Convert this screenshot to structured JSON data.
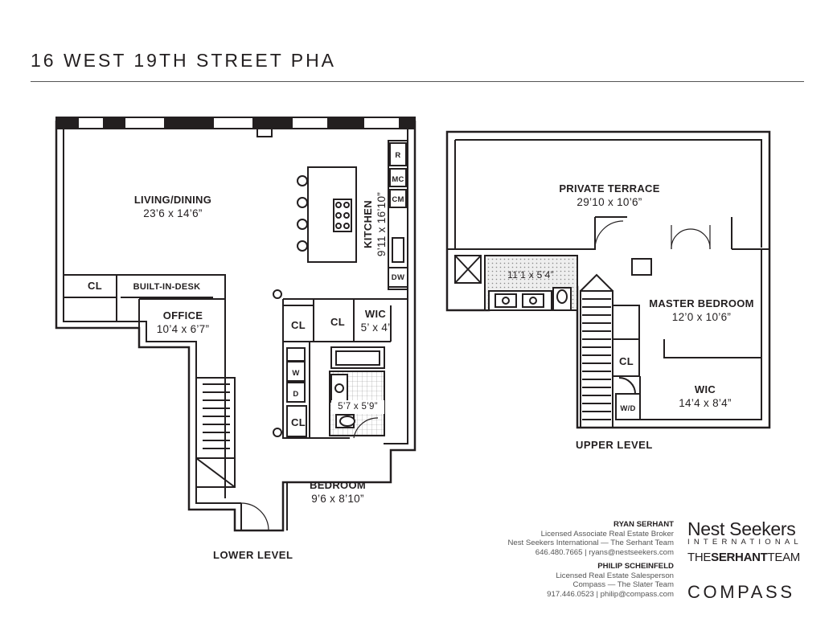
{
  "title": "16 WEST 19TH STREET PHA",
  "lower_level": {
    "label": "LOWER LEVEL",
    "living": {
      "name": "LIVING/DINING",
      "dim": "23’6 x 14’6”"
    },
    "kitchen": {
      "name": "KITCHEN",
      "dim": "9’11 x 16’10”"
    },
    "appliances": {
      "r": "R",
      "mc": "MC",
      "cm": "CM",
      "dw": "DW",
      "w": "W",
      "d": "D"
    },
    "closet": "CL",
    "built_in_desk": "BUILT-IN-DESK",
    "office": {
      "name": "OFFICE",
      "dim": "10’4 x 6’7”"
    },
    "wic": {
      "name": "WIC",
      "dim": "5’ x 4’"
    },
    "bath": {
      "dim": "5’7 x 5’9”"
    },
    "bedroom": {
      "name": "BEDROOM",
      "dim": "9’6 x 8’10”"
    }
  },
  "upper_level": {
    "label": "UPPER LEVEL",
    "terrace": {
      "name": "PRIVATE TERRACE",
      "dim": "29’10 x 10’6”"
    },
    "bath": {
      "dim": "11’1 x 5’4”"
    },
    "master": {
      "name": "MASTER BEDROOM",
      "dim": "12’0 x 10’6”"
    },
    "closet": "CL",
    "wic": {
      "name": "WIC",
      "dim": "14’4 x 8’4”"
    },
    "wd": "W/D"
  },
  "agents": [
    {
      "name": "RYAN SERHANT",
      "title": "Licensed Associate Real Estate Broker",
      "company": "Nest Seekers International — The Serhant Team",
      "contact": "646.480.7665 | ryans@nestseekers.com"
    },
    {
      "name": "PHILIP SCHEINFELD",
      "title": "Licensed Real Estate Salesperson",
      "company": "Compass — The Slater Team",
      "contact": "917.446.0523 | philip@compass.com"
    }
  ],
  "brands": {
    "nest_seekers": "Nest Seekers",
    "international": "INTERNATIONAL",
    "serhant_the": "THE",
    "serhant_name": "SERHANT",
    "serhant_team": "TEAM",
    "compass": "COMPASS"
  }
}
